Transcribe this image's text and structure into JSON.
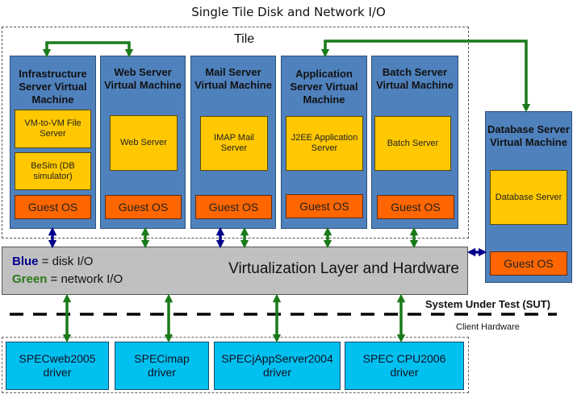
{
  "title": "Single Tile Disk and Network I/O",
  "tile_label": "Tile",
  "colors": {
    "vm_fill": "#4f81bd",
    "app_fill": "#ffc800",
    "os_fill": "#ff6600",
    "virt_fill": "#c0c0c0",
    "driver_fill": "#00c0f0",
    "disk_io": "#00008b",
    "network_io": "#1a7a1a"
  },
  "vms": [
    {
      "title": "Infrastructure Server Virtual Machine",
      "apps": [
        "VM-to-VM File Server",
        "BeSim (DB simulator)"
      ],
      "os": "Guest OS"
    },
    {
      "title": "Web Server Virtual Machine",
      "apps": [
        "Web Server"
      ],
      "os": "Guest OS"
    },
    {
      "title": "Mail Server Virtual Machine",
      "apps": [
        "IMAP Mail Server"
      ],
      "os": "Guest OS"
    },
    {
      "title": "Application Server Virtual Machine",
      "apps": [
        "J2EE Application Server"
      ],
      "os": "Guest OS"
    },
    {
      "title": "Batch Server Virtual Machine",
      "apps": [
        "Batch Server"
      ],
      "os": "Guest OS"
    }
  ],
  "db_vm": {
    "title": "Database Server Virtual Machine",
    "app": "Database Server",
    "os": "Guest OS"
  },
  "virtualization": {
    "label": "Virtualization Layer and Hardware",
    "legend": [
      {
        "key": "Blue",
        "desc": " = disk I/O"
      },
      {
        "key": "Green",
        "desc": " = network I/O"
      }
    ]
  },
  "sut_label": "System Under Test (SUT)",
  "client_label": "Client Hardware",
  "drivers": [
    {
      "name": "SPECweb2005",
      "sub": "driver"
    },
    {
      "name": "SPECimap",
      "sub": "driver"
    },
    {
      "name": "SPECjAppServer2004",
      "sub": "driver"
    },
    {
      "name": "SPEC CPU2006",
      "sub": "driver"
    }
  ]
}
